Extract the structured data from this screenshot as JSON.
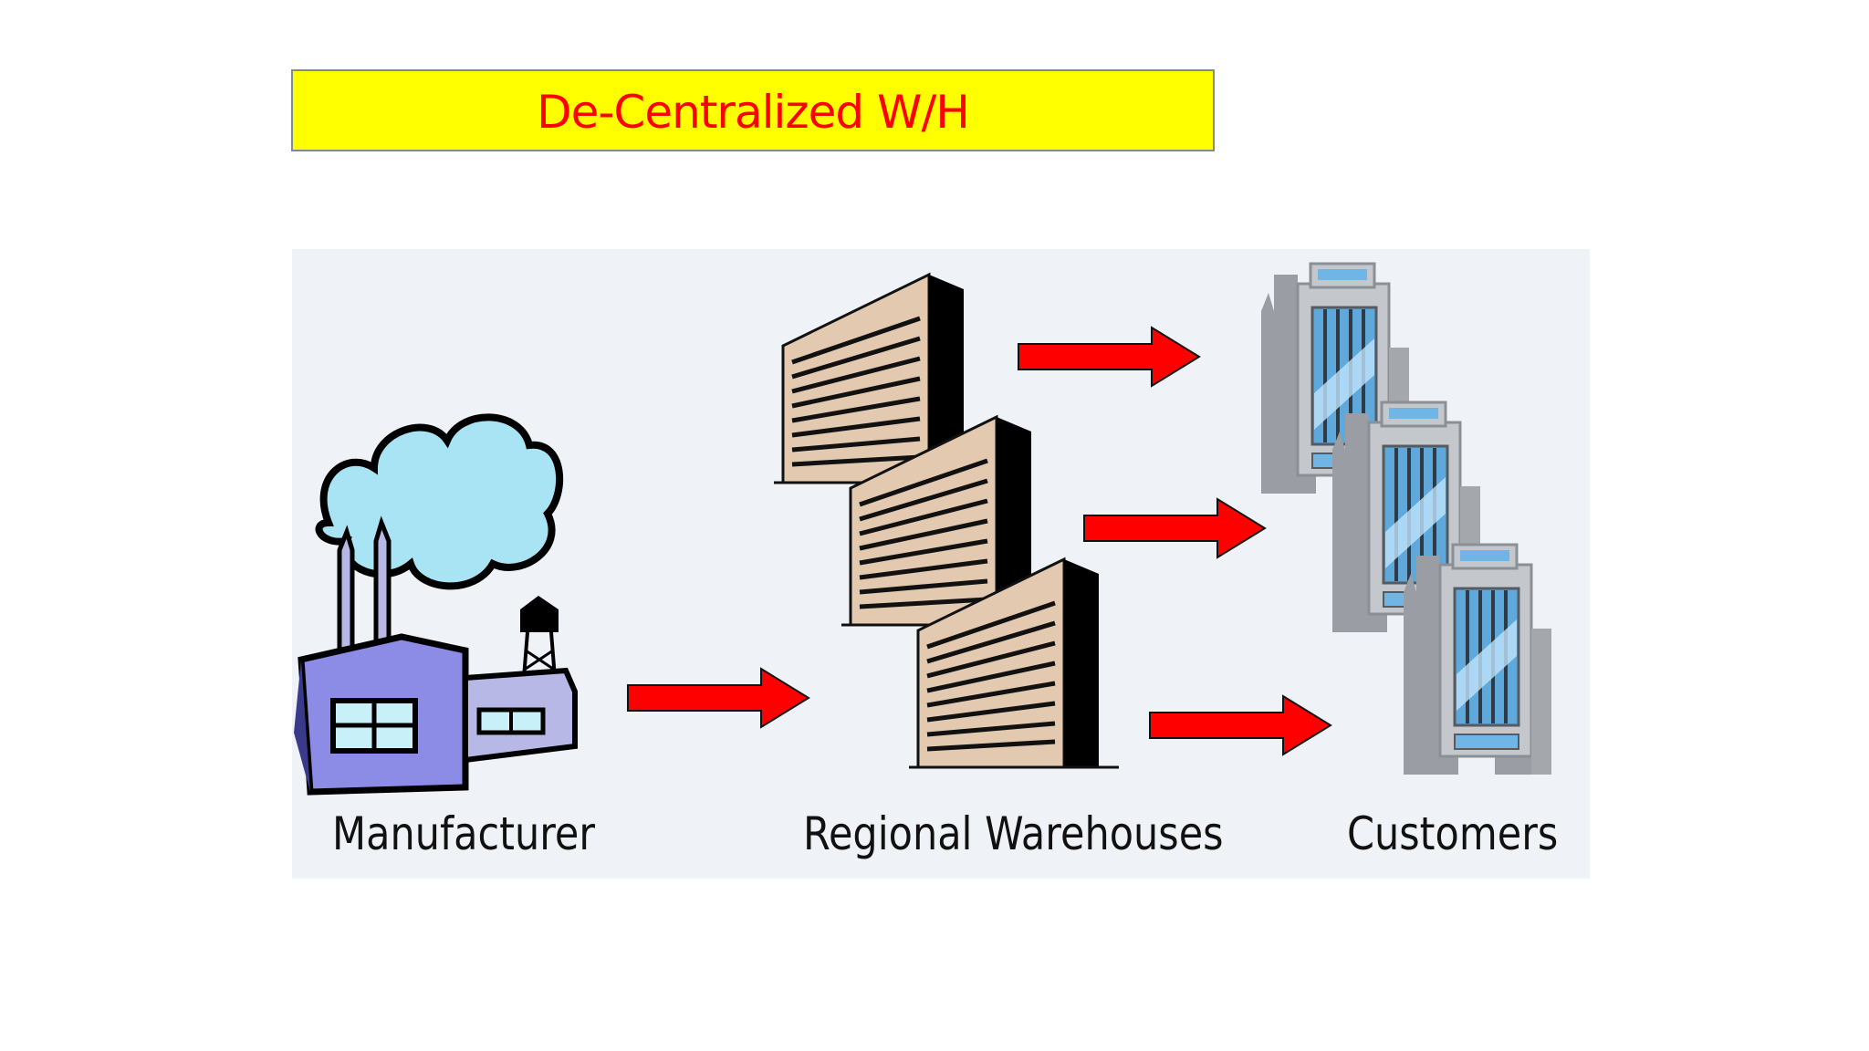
{
  "title": "De-Centralized W/H",
  "nodes": {
    "manufacturer": "Manufacturer",
    "warehouses": "Regional Warehouses",
    "customers": "Customers"
  },
  "colors": {
    "title_background": "#ffff00",
    "title_text": "#ff0000",
    "arrow": "#ff0000",
    "panel": "#eff3f8"
  }
}
